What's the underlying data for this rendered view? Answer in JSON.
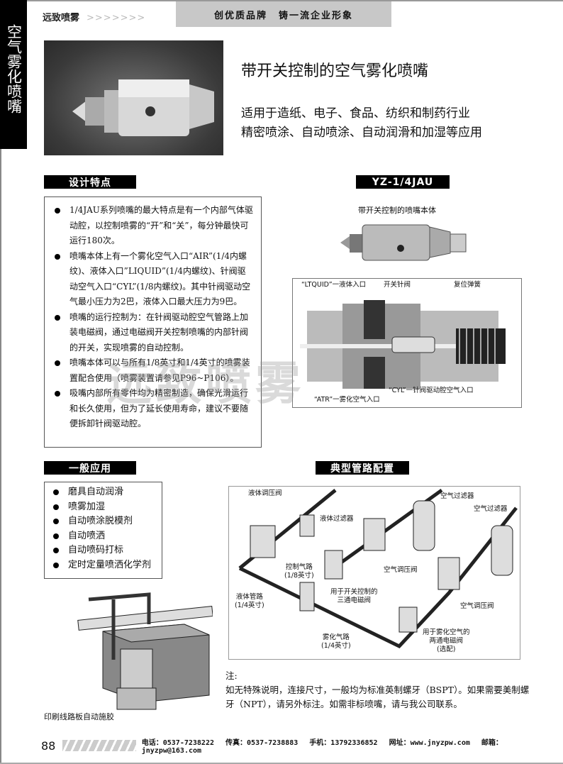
{
  "sidebar_title": "空气雾化喷嘴",
  "header": {
    "brand": "远致喷雾",
    "arrows": ">>>>>>>",
    "slogan_1": "创优质品牌",
    "slogan_2": "铸一流企业形象"
  },
  "product": {
    "title": "带开关控制的空气雾化喷嘴",
    "subtitle_1": "适用于造纸、电子、食品、纺织和制药行业",
    "subtitle_2": "精密喷涂、自动喷涂、自动润滑和加湿等应用"
  },
  "design": {
    "heading": "设计特点",
    "items": [
      "1/4JAU系列喷嘴的最大特点是有一个内部气体驱动腔，以控制喷雾的“开”和“关”，每分钟最快可运行180次。",
      "喷嘴本体上有一个雾化空气入口“AIR”(1/4内螺纹)、液体入口”LIQUID”(1/4内螺纹)、针阀驱动空气入口“CYL”(1/8内螺纹)。其中针阀驱动空气最小压力为2巴，液体入口最大压力为9巴。",
      "喷嘴的运行控制为：在针阀驱动腔空气管路上加装电磁阀，通过电磁阀开关控制喷嘴的内部针阀的开关，实现喷雾的自动控制。",
      "喷嘴本体可以与所有1/8英寸和1/4英寸的喷雾装置配合使用（喷雾装置请参见P96~P106）。",
      "吸嘴内部所有零件均为精密制造，确保光滑运行和长久使用，但为了延长使用寿命，建议不要随便拆卸针阀驱动腔。"
    ]
  },
  "model": {
    "heading": "YZ-1/4JAU",
    "photo_caption": "带开关控制的喷嘴本体",
    "labels": {
      "liquid": "“LTQUID”一液体入口",
      "needle": "开关针阀",
      "spring": "复位弹簧",
      "air": "“ATR”一雾化空气入口",
      "cyl": "“CYL”一针阀驱动腔空气入口"
    }
  },
  "watermark": "远致喷雾",
  "applications": {
    "heading": "一般应用",
    "items": [
      "磨具自动润滑",
      "喷雾加湿",
      "自动喷涂脱模剂",
      "自动喷洒",
      "自动喷码打标",
      "定时定量喷洒化学剂"
    ],
    "image_caption": "印刷线路板自动施胶"
  },
  "piping": {
    "heading": "典型管路配置",
    "labels": {
      "liquid_regulator": "液体调压阀",
      "liquid_filter": "液体过滤器",
      "air_filter_1": "空气过滤器",
      "air_filter_2": "空气过滤器",
      "control_line": "控制气路",
      "control_line_size": "(1/8英寸)",
      "air_regulator_1": "空气调压阀",
      "air_regulator_2": "空气调压阀",
      "liquid_line": "液体管路",
      "liquid_line_size": "(1/4英寸)",
      "three_way_1": "用于开关控制的",
      "three_way_2": "三通电磁阀",
      "atom_line": "雾化气路",
      "atom_line_size": "(1/4英寸)",
      "two_way_1": "用于雾化空气的",
      "two_way_2": "两通电磁阀",
      "two_way_3": "(选配)"
    }
  },
  "note": {
    "title": "注:",
    "text": "如无特殊说明，连接尺寸，一般均为标准英制螺牙（BSPT）。如果需要美制螺牙（NPT），请另外标注。如需非标喷嘴，请与我公司联系。"
  },
  "footer": {
    "page": "88",
    "phone": "电话：0537-7238222",
    "fax": "传真：0537-7238883",
    "mobile": "手机：13792336852",
    "web": "网址：www.jnyzpw.com",
    "email": "邮箱：jnyzpw@163.com"
  }
}
